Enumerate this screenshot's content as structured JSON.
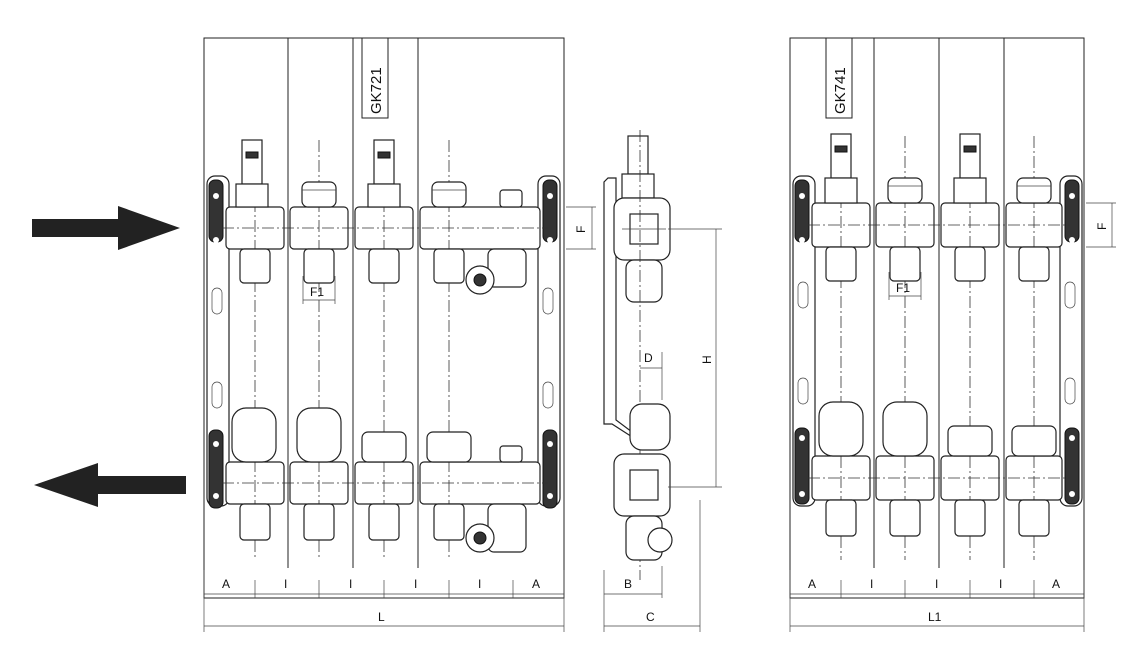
{
  "manifold_left": {
    "model": "GK721",
    "dims": {
      "A": "A",
      "I": "I",
      "L": "L",
      "F": "F",
      "F1": "F1"
    }
  },
  "side_view": {
    "dims": {
      "B": "B",
      "C": "C",
      "D": "D",
      "H": "H"
    }
  },
  "manifold_right": {
    "model": "GK741",
    "dims": {
      "A": "A",
      "I": "I",
      "L1": "L1",
      "F": "F",
      "F1": "F1"
    }
  },
  "arrows": {
    "supply": "right",
    "return": "left"
  },
  "colors": {
    "line": "#222222",
    "arrow": "#222222",
    "background": "#ffffff"
  }
}
